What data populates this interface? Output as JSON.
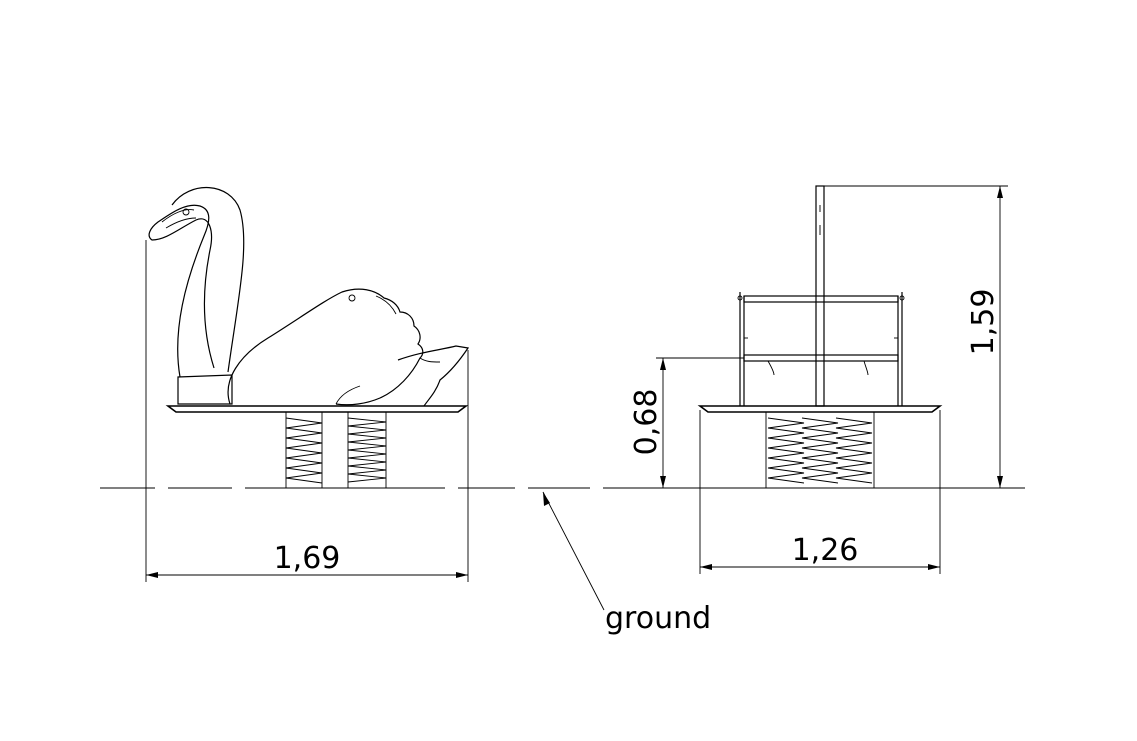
{
  "dimensions": {
    "side_width": "1,69",
    "front_width": "1,26",
    "seat_height": "0,68",
    "total_height": "1,59"
  },
  "labels": {
    "ground": "ground"
  }
}
